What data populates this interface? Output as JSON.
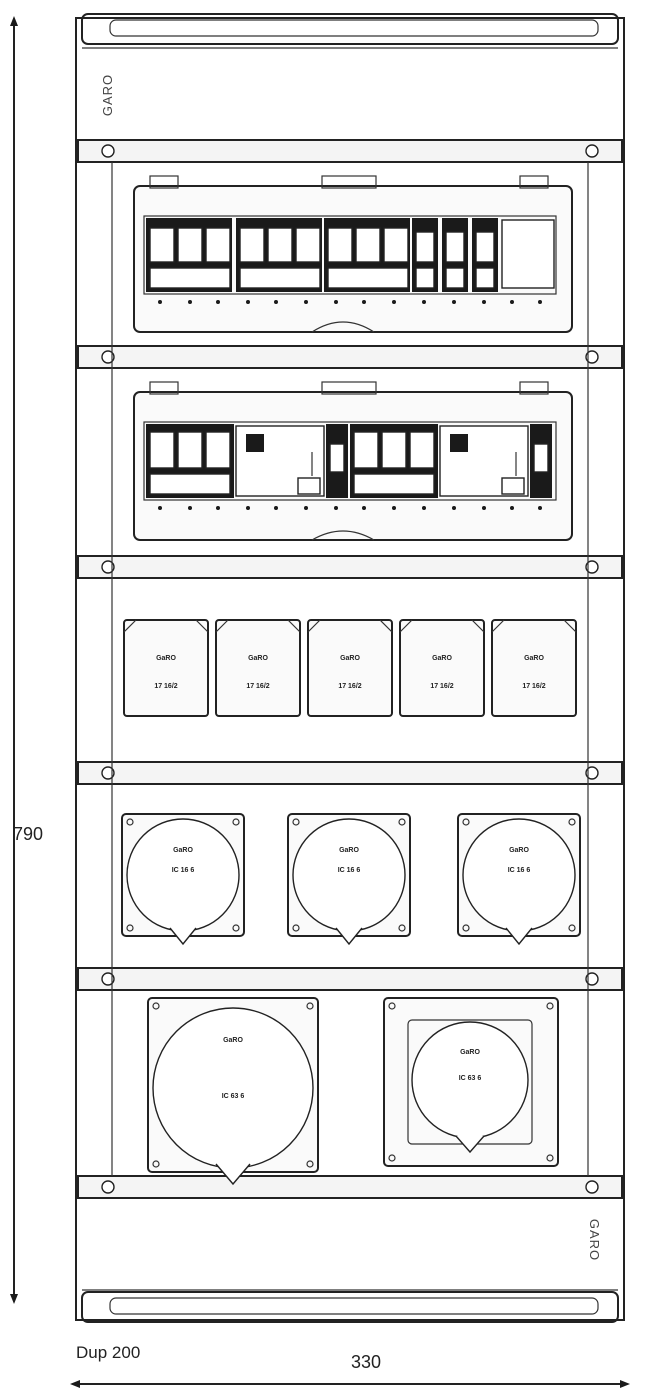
{
  "dimensions": {
    "height_label": "790",
    "width_label": "330",
    "depth_label": "Dup 200"
  },
  "brand": {
    "top": "GARO",
    "bottom": "GARO"
  },
  "sockets": {
    "small_brand": "GaRO",
    "small_rating": "17 16/2",
    "medium_brand": "GaRO",
    "medium_rating": "IC 16 6",
    "large_brand": "GaRO",
    "large_rating": "IC 63 6"
  }
}
